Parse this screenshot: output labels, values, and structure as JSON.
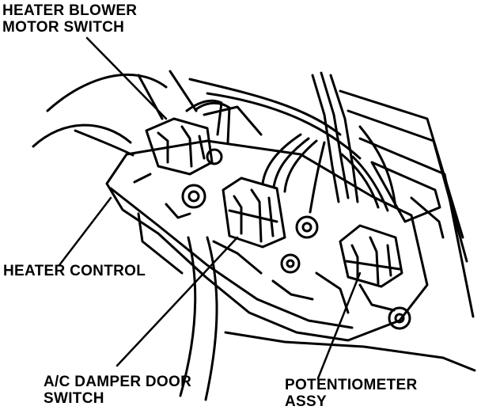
{
  "diagram": {
    "labels": {
      "blower_switch": {
        "line1": "HEATER BLOWER",
        "line2": "MOTOR SWITCH"
      },
      "heater_control": {
        "line1": "HEATER CONTROL"
      },
      "damper_switch": {
        "line1": "A/C DAMPER DOOR",
        "line2": "SWITCH"
      },
      "potentiometer": {
        "line1": "POTENTIOMETER",
        "line2": "ASSY"
      }
    },
    "colors": {
      "ink": "#000000",
      "paper": "#ffffff"
    }
  }
}
